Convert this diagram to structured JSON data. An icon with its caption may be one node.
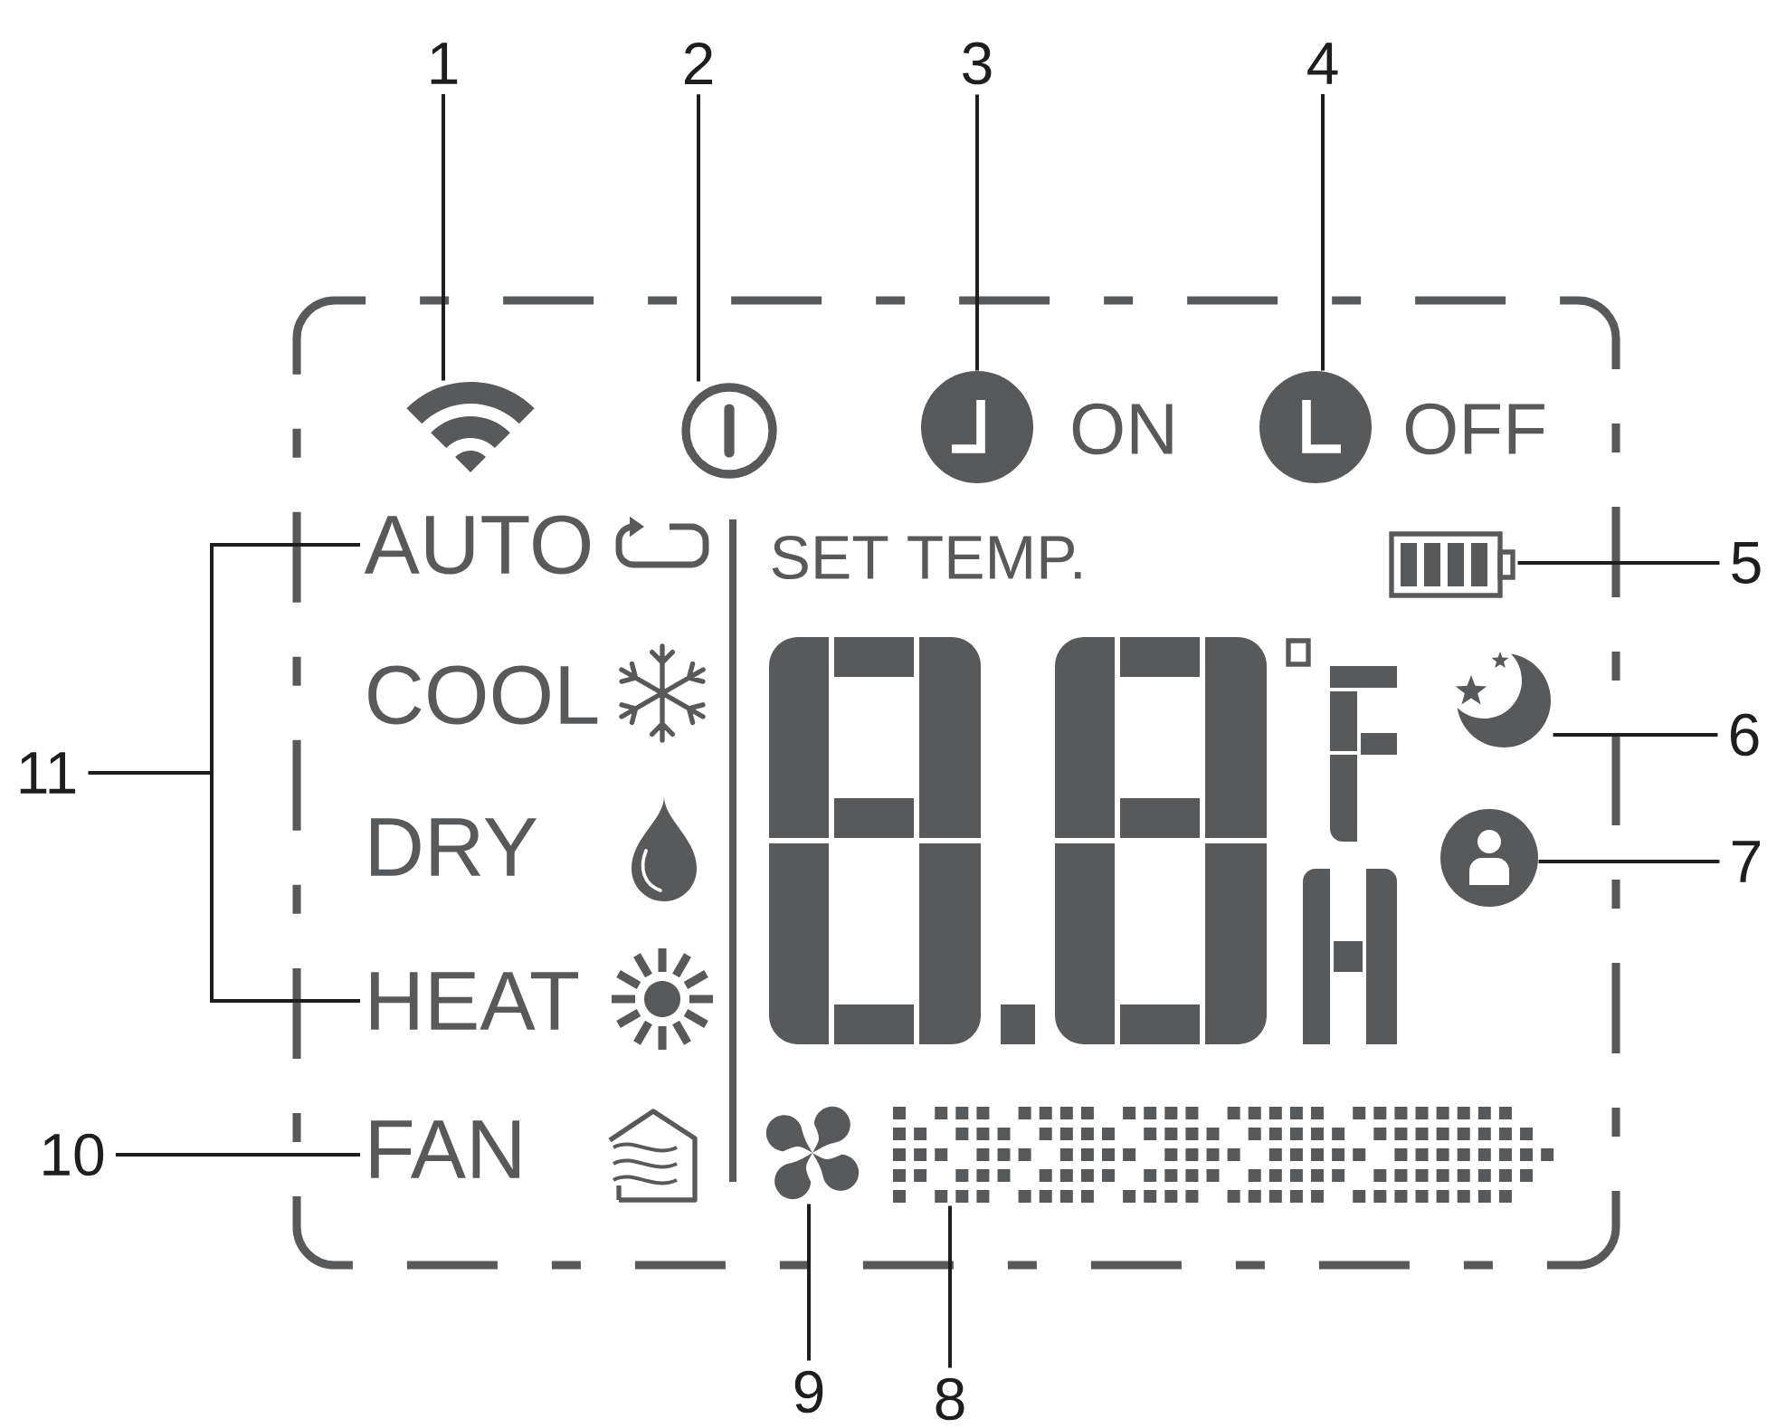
{
  "diagram": {
    "nodes": [
      {
        "text": [
          "1"
        ]
      },
      {
        "text": [
          "2"
        ]
      },
      {
        "text": [
          "3"
        ]
      },
      {
        "text": [
          "4"
        ]
      },
      {
        "text": [],
        "shape": "picture"
      },
      {
        "text": [],
        "shape": "picture"
      },
      {
        "text": [],
        "shape": "picture"
      },
      {
        "text": [],
        "shape": "picture"
      },
      {
        "text": [
          "AUTO"
        ]
      },
      {
        "text": [],
        "shape": "picture"
      },
      {
        "text": [
          "5"
        ]
      },
      {
        "text": [
          "11"
        ]
      },
      {
        "text": [],
        "shape": "picture"
      },
      {
        "text": [
          "6"
        ]
      },
      {
        "text": [],
        "shape": "picture"
      },
      {
        "text": [
          "7"
        ]
      },
      {
        "text": [
          "HEAT"
        ]
      },
      {
        "text": [
          "10"
        ]
      },
      {
        "text": [
          "FAN"
        ]
      },
      {
        "text": [],
        "shape": "picture"
      },
      {
        "text": [],
        "shape": "picture"
      },
      {
        "text": [
          "9"
        ]
      },
      {
        "text": [
          "8"
        ]
      }
    ],
    "edges": [
      {
        "from": 0,
        "to": 4,
        "arrow": "none"
      },
      {
        "from": 1,
        "to": 5,
        "arrow": "none"
      },
      {
        "from": 2,
        "to": 6,
        "arrow": "none"
      },
      {
        "from": 3,
        "to": 7,
        "arrow": "none"
      },
      {
        "from": 10,
        "to": 9,
        "arrow": "none"
      },
      {
        "from": 11,
        "to": 8,
        "arrow": "none"
      },
      {
        "from": 11,
        "to": 16,
        "arrow": "none"
      },
      {
        "from": 13,
        "to": 12,
        "arrow": "none"
      },
      {
        "from": 15,
        "to": 14,
        "arrow": "none"
      },
      {
        "from": 17,
        "to": 18,
        "arrow": "none"
      },
      {
        "from": 21,
        "to": 19,
        "arrow": "none"
      },
      {
        "from": 22,
        "to": 20,
        "arrow": "none"
      }
    ],
    "labels": [
      "ON",
      "OFF",
      "SET TEMP.",
      "COOL",
      "DRY"
    ]
  }
}
